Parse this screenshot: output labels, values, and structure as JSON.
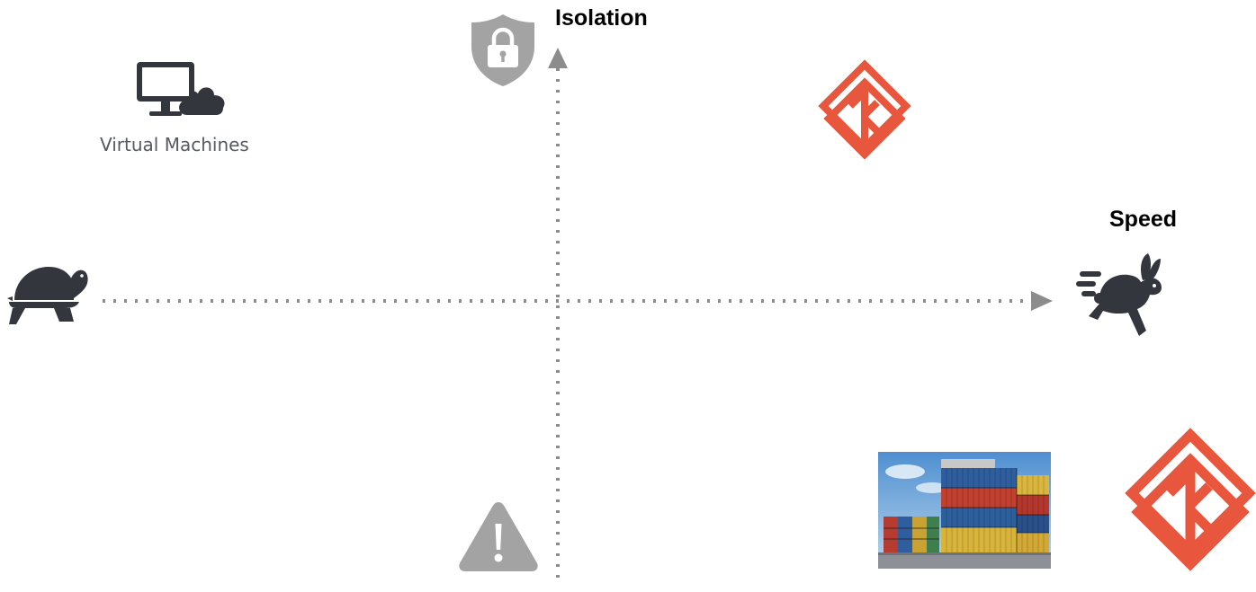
{
  "axes": {
    "vertical_label": "Isolation",
    "horizontal_label": "Speed"
  },
  "items": {
    "virtual_machines": {
      "caption": "Virtual Machines",
      "icon": "monitor-with-cloud-icon"
    },
    "top_right_logo": {
      "icon": "orange-diamond-logo-icon"
    },
    "bottom_right_logo": {
      "icon": "orange-diamond-logo-icon"
    },
    "containers_photo": {
      "icon": "shipping-containers-photo"
    }
  },
  "icons": {
    "top_axis": "shield-lock-icon",
    "bottom_axis": "warning-triangle-icon",
    "left_axis": "turtle-icon",
    "right_axis": "rabbit-icon"
  },
  "colors": {
    "axis": "#8c8c8c",
    "icon_gray": "#a3a3a3",
    "icon_dark": "#33373d",
    "logo_orange": "#e8563d",
    "caption": "#555a63"
  }
}
